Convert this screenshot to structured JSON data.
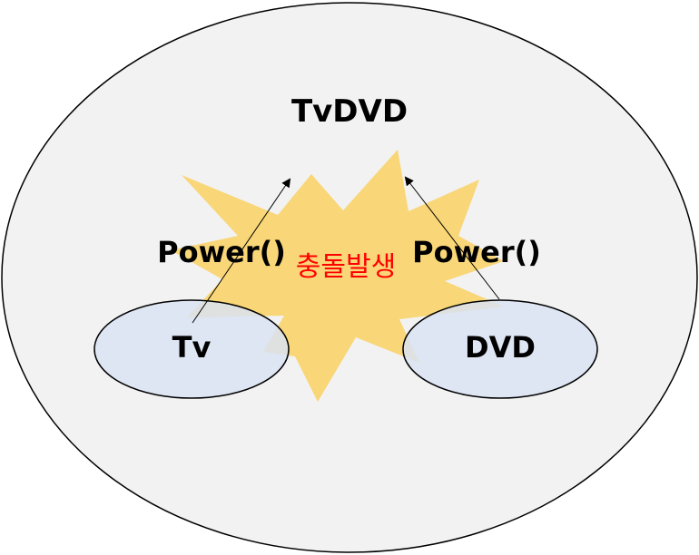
{
  "diagram": {
    "outer_label": "TvDVD",
    "left_class": "Tv",
    "right_class": "DVD",
    "left_method": "Power()",
    "right_method": "Power()",
    "collision_text": "충돌발생",
    "colors": {
      "outer_fill": "#f2f2f2",
      "inner_fill": "#dae3f3",
      "burst_fill": "#f9d470",
      "collision_text": "#ff0000",
      "outline": "#000000"
    }
  }
}
